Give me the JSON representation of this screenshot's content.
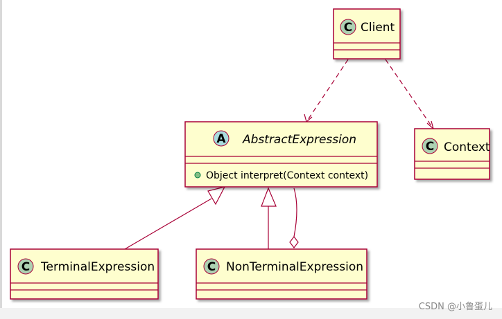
{
  "diagram": {
    "classes": {
      "client": {
        "name": "Client",
        "stereotype": "C"
      },
      "context": {
        "name": "Context",
        "stereotype": "C"
      },
      "abstract_expression": {
        "name": "AbstractExpression",
        "stereotype": "A",
        "method": "Object interpret(Context context)"
      },
      "terminal_expression": {
        "name": "TerminalExpression",
        "stereotype": "C"
      },
      "nonterminal_expression": {
        "name": "NonTerminalExpression",
        "stereotype": "C"
      }
    }
  },
  "colors": {
    "class_fill": "#fefece",
    "class_border": "#a80036",
    "circle_class": "#add1b2",
    "circle_abstract": "#a9dcdf",
    "public_dot": "#84be84"
  },
  "watermark": "CSDN @小鲁蛋儿"
}
